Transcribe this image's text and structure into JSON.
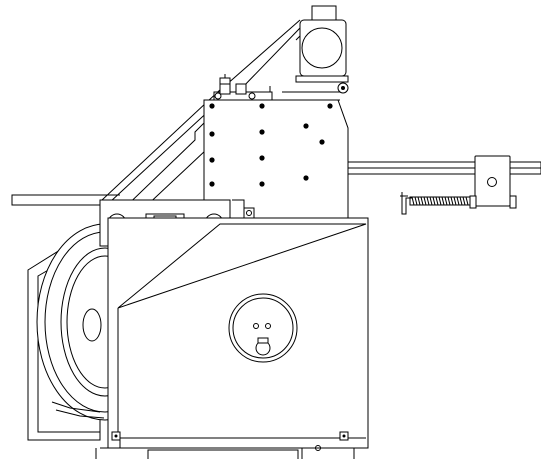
{
  "drawing": {
    "title": "",
    "stroke_color": "#000000",
    "background_color": "#ffffff",
    "components": [
      "motor",
      "mounting-plate",
      "slide-rail",
      "adjusting-screw",
      "side-guard-plate",
      "pulley",
      "front-cover-plate",
      "inspection-port",
      "guide-bar",
      "base-frame"
    ]
  }
}
